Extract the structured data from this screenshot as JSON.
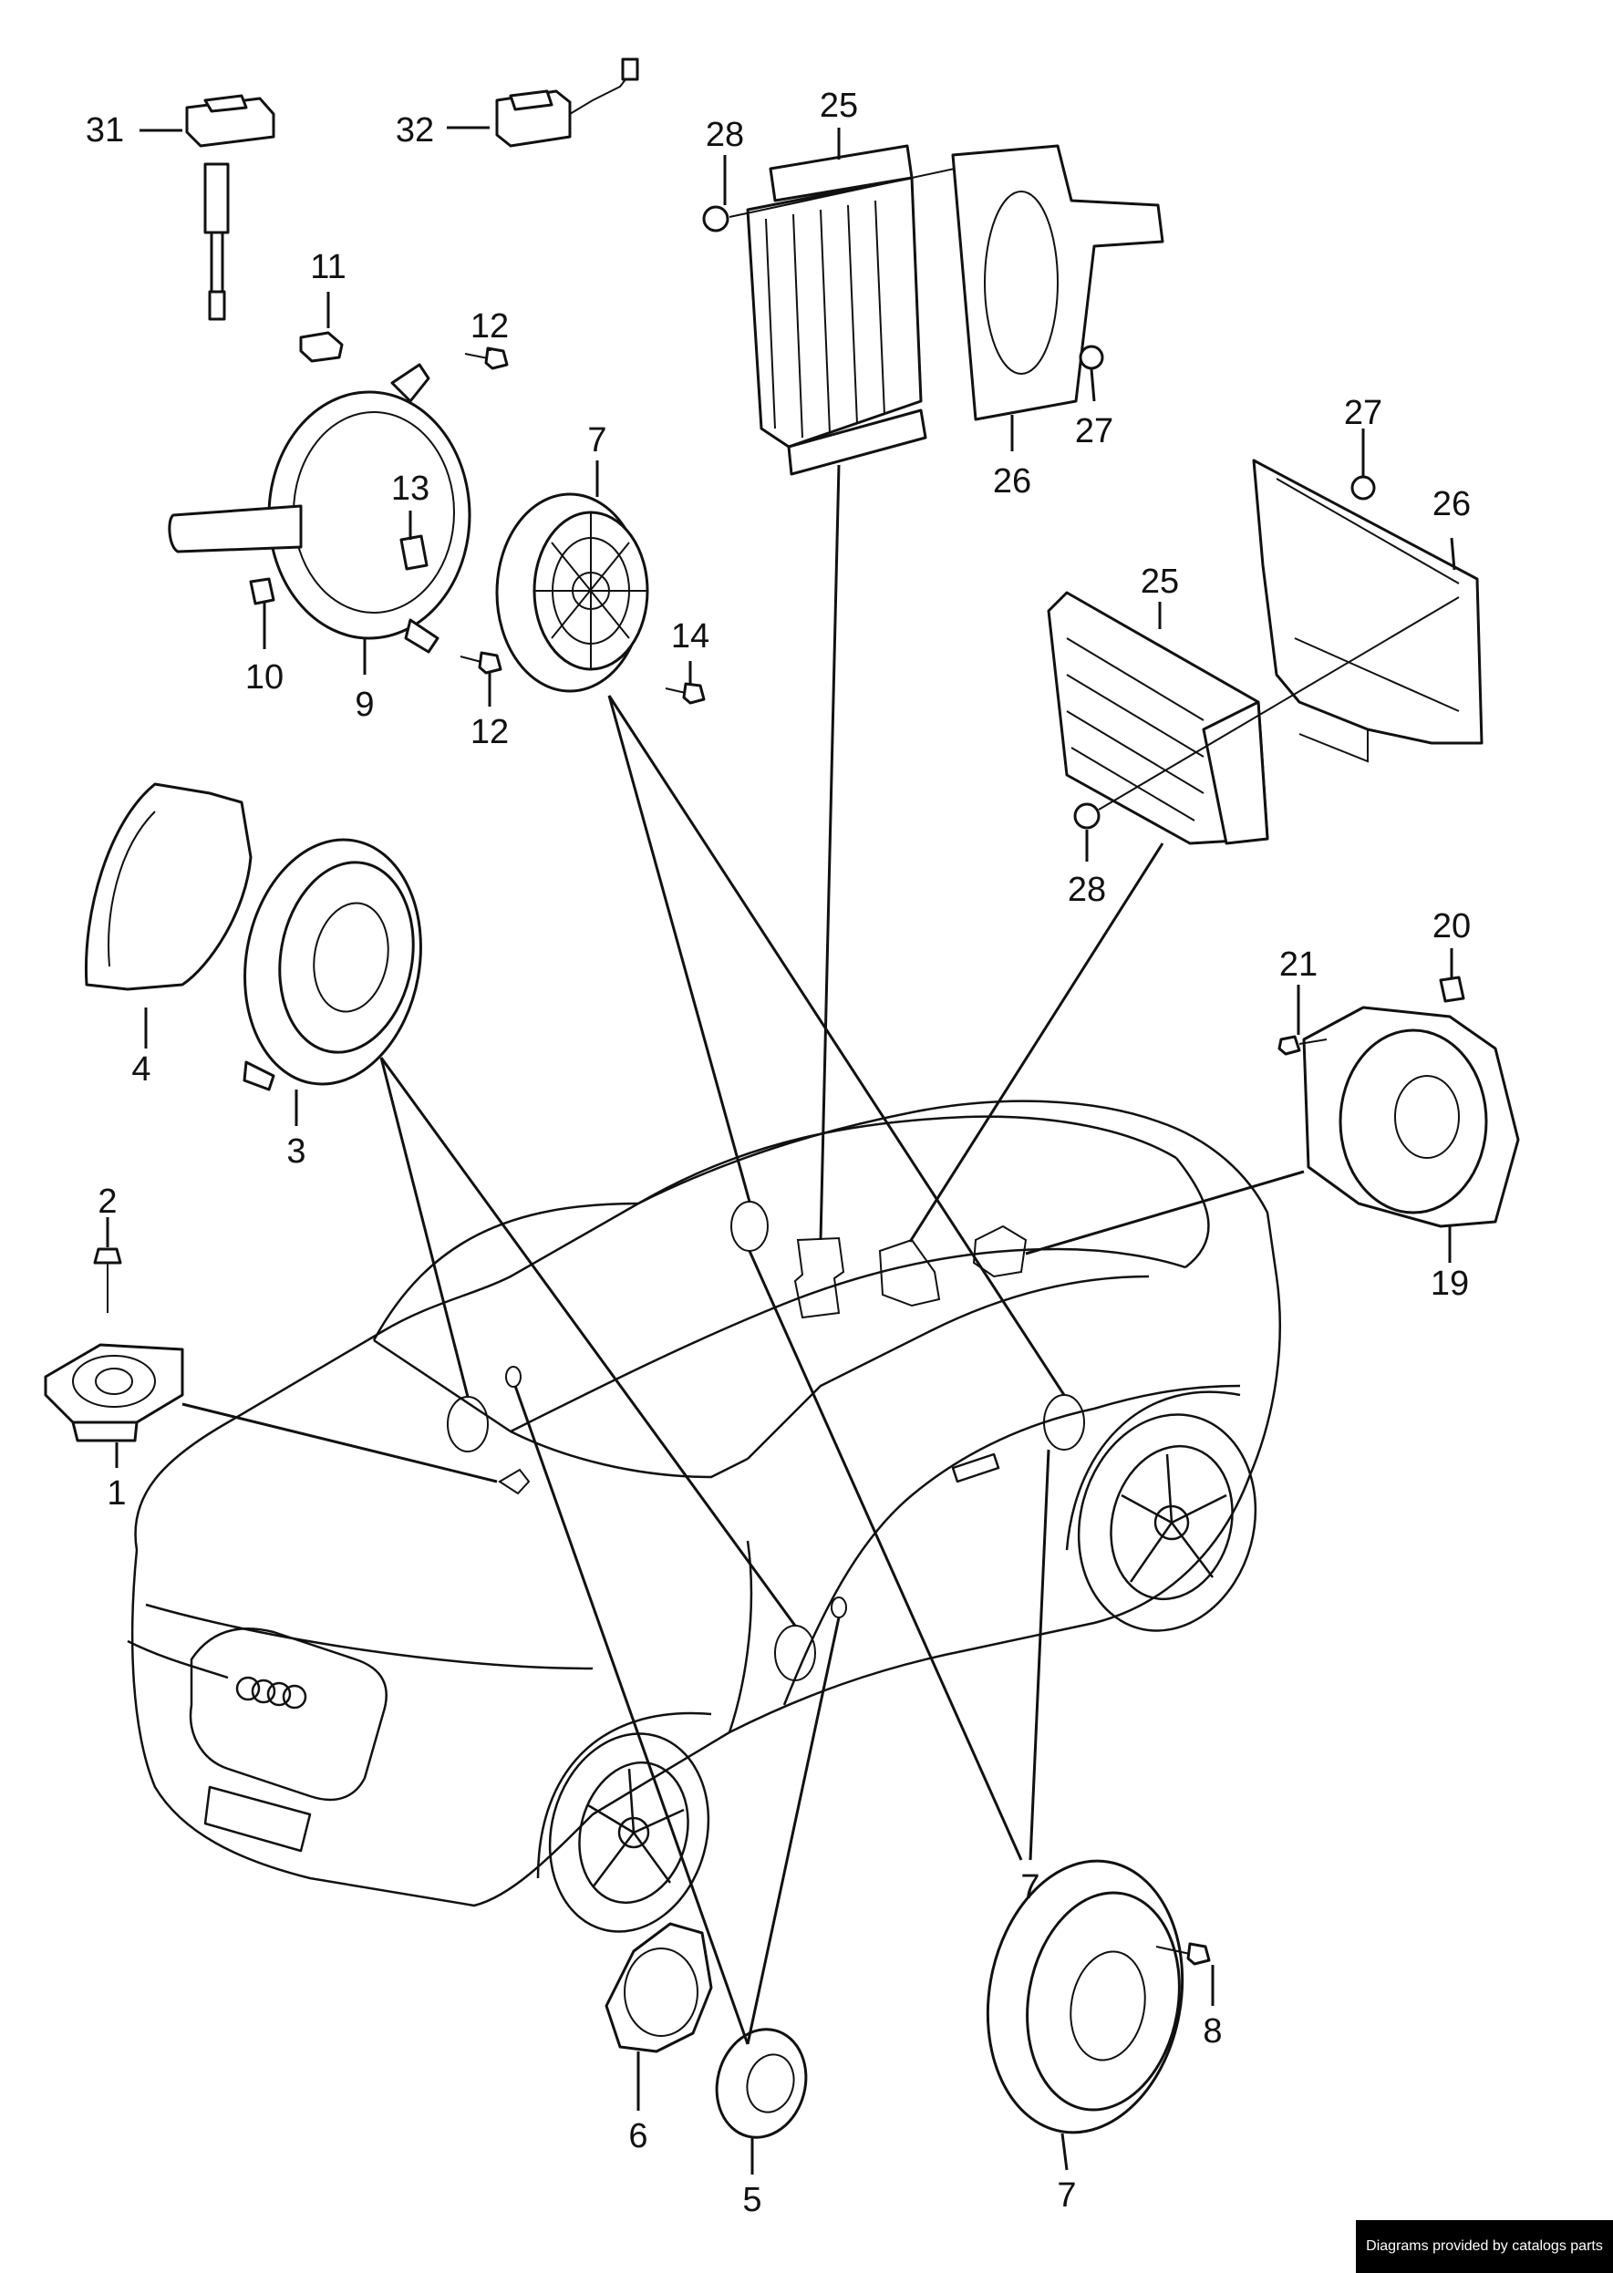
{
  "diagram": {
    "callouts": [
      "1",
      "2",
      "3",
      "4",
      "5",
      "6",
      "7",
      "7",
      "7",
      "8",
      "9",
      "10",
      "11",
      "12",
      "12",
      "13",
      "14",
      "19",
      "20",
      "21",
      "25",
      "25",
      "26",
      "26",
      "27",
      "27",
      "28",
      "28",
      "31",
      "32"
    ]
  },
  "credit": "Diagrams provided by catalogs parts"
}
